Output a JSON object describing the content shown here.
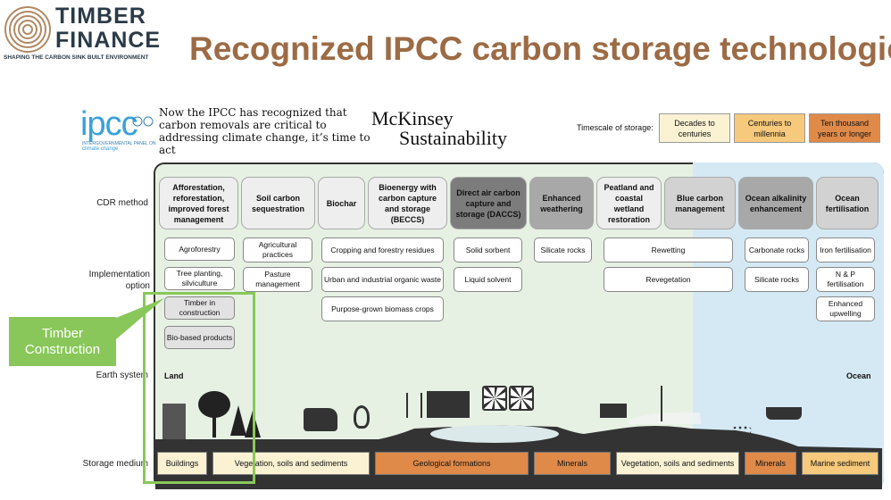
{
  "header": {
    "logo_line1": "TIMBER",
    "logo_line2": "FINANCE",
    "logo_tagline": "SHAPING THE CARBON SINK BUILT ENVIRONMENT",
    "title": "Recognized IPCC carbon storage technologies"
  },
  "ipcc": {
    "logo": "ipcc",
    "logo_sub1": "INTERGOVERNMENTAL PANEL ON",
    "logo_sub2": "climate change",
    "intro": "Now the IPCC has recognized that carbon removals are critical to addressing climate change, it’s time to act"
  },
  "mckinsey": {
    "line1": "McKinsey",
    "line2": "Sustainability"
  },
  "timescale": {
    "label": "Timescale of storage:",
    "items": [
      {
        "label": "Decades to centuries",
        "color": "#fbf2d4"
      },
      {
        "label": "Centuries to millennia",
        "color": "#f6c97c"
      },
      {
        "label": "Ten thousand years or longer",
        "color": "#e08a4a"
      }
    ]
  },
  "row_labels": {
    "cdr_method": "CDR method",
    "implementation": "Implementation option",
    "earth_system": "Earth system",
    "storage_medium": "Storage medium"
  },
  "methods": [
    "Afforestation, reforestation, improved forest management",
    "Soil carbon sequestration",
    "Biochar",
    "Bioenergy with carbon capture and storage (BECCS)",
    "Direct air carbon capture and storage (DACCS)",
    "Enhanced weathering",
    "Peatland and coastal wetland restoration",
    "Blue carbon management",
    "Ocean alkalinity enhancement",
    "Ocean fertilisation"
  ],
  "implementation": {
    "agroforestry": "Agroforestry",
    "tree_planting": "Tree planting, silviculture",
    "timber_construction": "Timber in construction",
    "bio_based": "Bio-based products",
    "agricultural_practices": "Agricultural practices",
    "pasture_management": "Pasture management",
    "cropping": "Cropping and forestry residues",
    "urban_waste": "Urban and industrial organic waste",
    "biomass_crops": "Purpose-grown biomass crops",
    "solid_sorbent": "Solid sorbent",
    "liquid_solvent": "Liquid solvent",
    "silicate_rocks_ew": "Silicate rocks",
    "rewetting": "Rewetting",
    "revegetation": "Revegetation",
    "carbonate_rocks": "Carbonate rocks",
    "silicate_rocks_oae": "Silicate rocks",
    "iron_fertilisation": "Iron fertilisation",
    "np_fertilisation": "N & P fertilisation",
    "enhanced_upwelling": "Enhanced upwelling"
  },
  "earth": {
    "land": "Land",
    "ocean": "Ocean"
  },
  "storage": [
    "Buildings",
    "Vegetation, soils and sediments",
    "Geological formations",
    "Minerals",
    "Vegetation, soils and sediments",
    "Minerals",
    "Marine sediment"
  ],
  "callout": {
    "label": "Timber Construction"
  }
}
